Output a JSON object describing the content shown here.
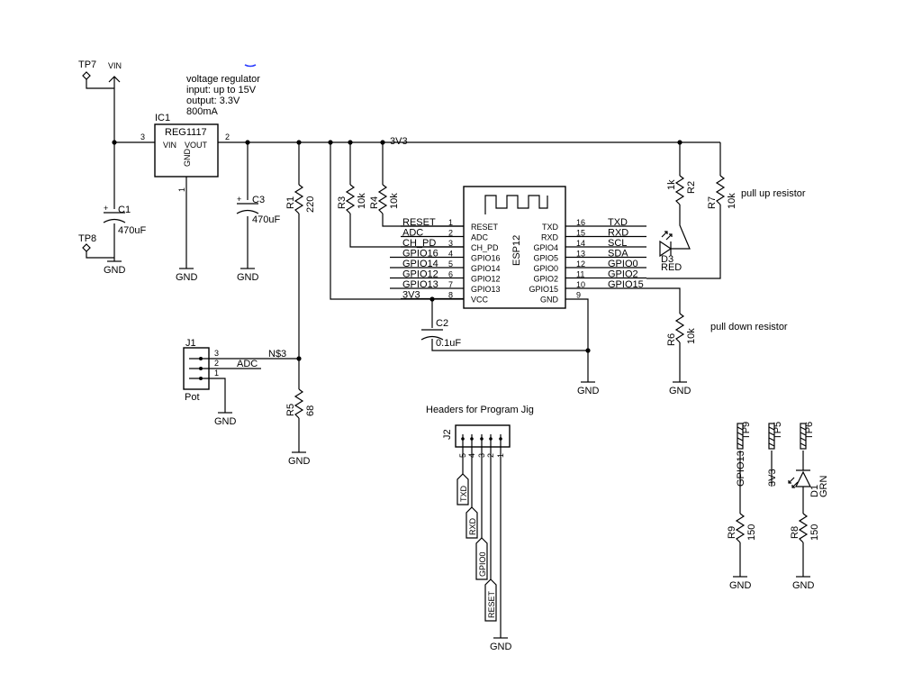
{
  "regulator": {
    "ref": "IC1",
    "part": "REG1117",
    "pin_in_label": "VIN",
    "pin_out_label": "VOUT",
    "pin_gnd_label": "GND",
    "pin_in": "3",
    "pin_out": "2",
    "pin_gnd": "1",
    "note_1": "voltage regulator",
    "note_2": "input: up to 15V",
    "note_3": "output: 3.3V",
    "note_4": "800mA"
  },
  "power": {
    "vin": "VIN",
    "rail": "3V3",
    "vcc_net": "3V3",
    "gnd": "GND"
  },
  "testpoints": {
    "tp7": "TP7",
    "tp8": "TP8",
    "tp9": "TP9",
    "tp5": "TP5",
    "tp6": "TP6"
  },
  "caps": {
    "c1_ref": "C1",
    "c1_val": "470uF",
    "c3_ref": "C3",
    "c3_val": "470uF",
    "c2_ref": "C2",
    "c2_val": "0.1uF"
  },
  "resistors": {
    "r1_ref": "R1",
    "r1_val": "220",
    "r3_ref": "R3",
    "r3_val": "10k",
    "r4_ref": "R4",
    "r4_val": "10k",
    "r2_ref": "R2",
    "r2_val": "1k",
    "r7_ref": "R7",
    "r7_val": "10k",
    "r6_ref": "R6",
    "r6_val": "10k",
    "r5_ref": "R5",
    "r5_val": "68",
    "r9_ref": "R9",
    "r9_val": "150",
    "r8_ref": "R8",
    "r8_val": "150"
  },
  "notes": {
    "pull_up": "pull up resistor",
    "pull_down": "pull down resistor",
    "headers": "Headers for Program Jig"
  },
  "esp": {
    "ref": "ESP12",
    "left_pins": [
      {
        "num": "1",
        "name": "RESET",
        "net": "RESET"
      },
      {
        "num": "2",
        "name": "ADC",
        "net": "ADC"
      },
      {
        "num": "3",
        "name": "CH_PD",
        "net": "CH_PD"
      },
      {
        "num": "4",
        "name": "GPIO16",
        "net": "GPIO16"
      },
      {
        "num": "5",
        "name": "GPIO14",
        "net": "GPIO14"
      },
      {
        "num": "6",
        "name": "GPIO12",
        "net": "GPIO12"
      },
      {
        "num": "7",
        "name": "GPIO13",
        "net": "GPIO13"
      },
      {
        "num": "8",
        "name": "VCC",
        "net": "3V3"
      }
    ],
    "right_pins": [
      {
        "num": "16",
        "name": "TXD",
        "net": "TXD"
      },
      {
        "num": "15",
        "name": "RXD",
        "net": "RXD"
      },
      {
        "num": "14",
        "name": "GPIO4",
        "net": "SCL"
      },
      {
        "num": "13",
        "name": "GPIO5",
        "net": "SDA"
      },
      {
        "num": "12",
        "name": "GPIO0",
        "net": "GPIO0"
      },
      {
        "num": "11",
        "name": "GPIO2",
        "net": "GPIO2"
      },
      {
        "num": "10",
        "name": "GPIO15",
        "net": "GPIO15"
      },
      {
        "num": "9",
        "name": "GND",
        "net": ""
      }
    ]
  },
  "leds": {
    "d3_ref": "D3",
    "d3_color": "RED",
    "d1_ref": "D1",
    "d1_color": "GRN"
  },
  "pot": {
    "ref": "J1",
    "name": "Pot",
    "pin3": "3",
    "pin2": "2",
    "pin1": "1",
    "net3": "N$3",
    "net2": "ADC"
  },
  "header": {
    "ref": "J2",
    "pins": [
      "5",
      "4",
      "3",
      "2",
      "1"
    ],
    "labels": [
      "TXD",
      "RXD",
      "GPIO0",
      "RESET"
    ]
  },
  "bottom": {
    "tp9_net": "GPIO13",
    "tp5_net": "3V3"
  }
}
